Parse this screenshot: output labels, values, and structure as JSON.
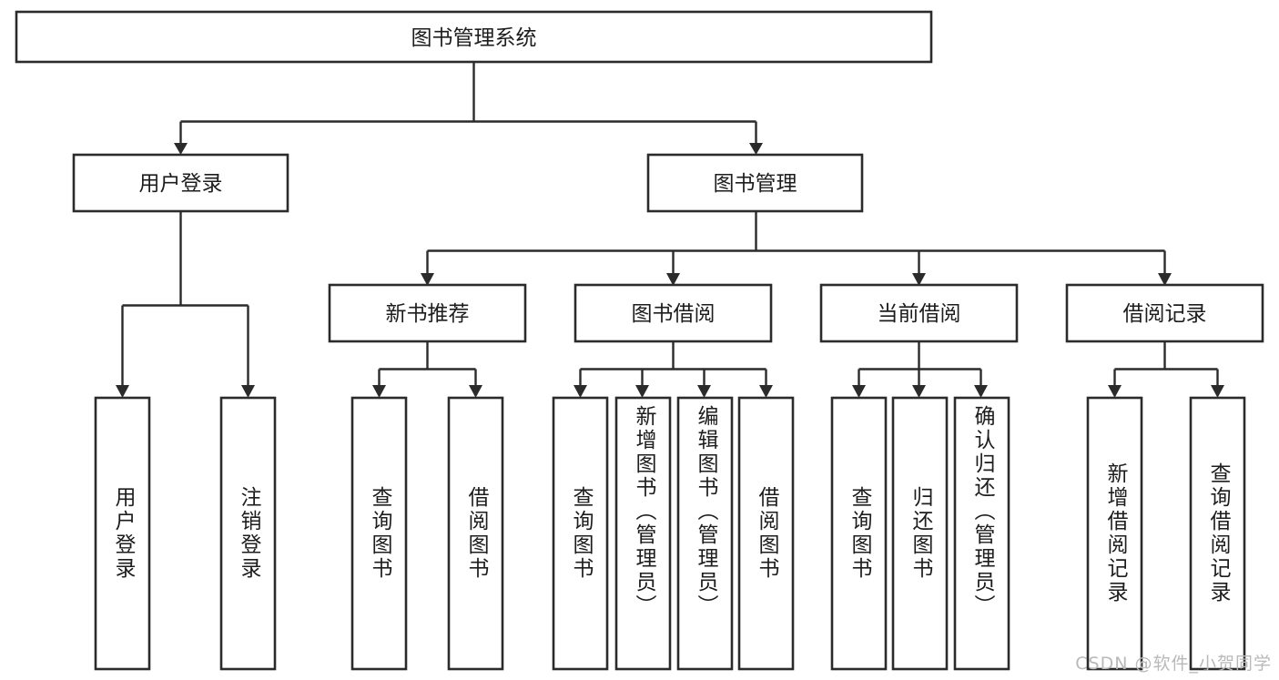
{
  "diagram": {
    "type": "tree",
    "title": "图书管理系统",
    "theme": {
      "background": "#ffffff",
      "box_fill": "#ffffff",
      "box_stroke": "#2b2b2b",
      "connector": "#2b2b2b",
      "text": "#1d1d1d",
      "watermark": "#b9b9b9"
    },
    "root": {
      "id": "root",
      "label": "图书管理系统",
      "orientation": "horizontal"
    },
    "level2": [
      {
        "id": "user-login",
        "label": "用户登录",
        "orientation": "horizontal"
      },
      {
        "id": "book-manage",
        "label": "图书管理",
        "orientation": "horizontal"
      }
    ],
    "level3": [
      {
        "id": "new-book-recommend",
        "label": "新书推荐",
        "orientation": "horizontal",
        "parent": "book-manage"
      },
      {
        "id": "book-borrow",
        "label": "图书借阅",
        "orientation": "horizontal",
        "parent": "book-manage"
      },
      {
        "id": "current-borrow",
        "label": "当前借阅",
        "orientation": "horizontal",
        "parent": "book-manage"
      },
      {
        "id": "borrow-record",
        "label": "借阅记录",
        "orientation": "horizontal",
        "parent": "book-manage"
      }
    ],
    "leaves": [
      {
        "id": "leaf-user-login",
        "label": "用户登录",
        "orientation": "vertical",
        "parent": "user-login"
      },
      {
        "id": "leaf-user-logout",
        "label": "注销登录",
        "orientation": "vertical",
        "parent": "user-login"
      },
      {
        "id": "leaf-query-book-1",
        "label": "查询图书",
        "orientation": "vertical",
        "parent": "new-book-recommend"
      },
      {
        "id": "leaf-borrow-book-1",
        "label": "借阅图书",
        "orientation": "vertical",
        "parent": "new-book-recommend"
      },
      {
        "id": "leaf-query-book-2",
        "label": "查询图书",
        "orientation": "vertical",
        "parent": "book-borrow"
      },
      {
        "id": "leaf-add-book",
        "label": "新增图书（管理员）",
        "orientation": "vertical",
        "parent": "book-borrow"
      },
      {
        "id": "leaf-edit-book",
        "label": "编辑图书（管理员）",
        "orientation": "vertical",
        "parent": "book-borrow"
      },
      {
        "id": "leaf-borrow-book-2",
        "label": "借阅图书",
        "orientation": "vertical",
        "parent": "book-borrow"
      },
      {
        "id": "leaf-query-book-3",
        "label": "查询图书",
        "orientation": "vertical",
        "parent": "current-borrow"
      },
      {
        "id": "leaf-return-book",
        "label": "归还图书",
        "orientation": "vertical",
        "parent": "current-borrow"
      },
      {
        "id": "leaf-confirm-return",
        "label": "确认归还（管理员）",
        "orientation": "vertical",
        "parent": "current-borrow"
      },
      {
        "id": "leaf-add-record",
        "label": "新增借阅记录",
        "orientation": "vertical",
        "parent": "borrow-record"
      },
      {
        "id": "leaf-query-record",
        "label": "查询借阅记录",
        "orientation": "vertical",
        "parent": "borrow-record"
      }
    ],
    "watermark": "CSDN @软件_小贺同学"
  }
}
